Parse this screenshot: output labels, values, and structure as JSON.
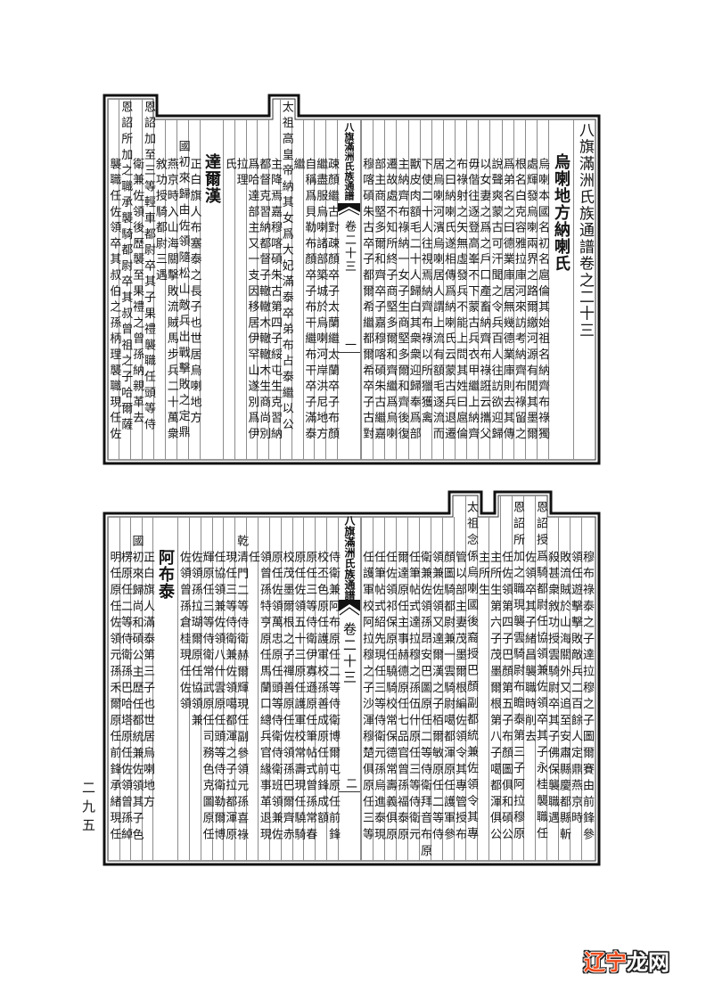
{
  "document": {
    "page_number": "二九五",
    "colors": {
      "ink": "#151515",
      "rule": "#8c8c8c",
      "frame": "#111111",
      "paper": "#ffffff"
    },
    "upper_leaf": {
      "title": "八旗滿洲氏族通譜卷之二十三",
      "clan_heading": "烏喇地方納喇氏",
      "banxin": {
        "book_title": "八旗滿洲氏族通譜",
        "volume": "卷二十三",
        "leaf": "一"
      },
      "right_columns": [
        "烏喇本國名初名扈倫其始祖名納齊布祿獨",
        "處輝發烏喇兩界之路爾繳河源有閒其墨爾",
        "根名白克容雅拉庫河來訪考納齊布祿留之",
        "爲弟名之曰德業庫居無幾德業庫則去其傳",
        "說聲爽蒙古可汗聞之令兵百人往訪欲迎歸",
        "以女妻之爲之戶口產畜納齊布祿誑云攜父",
        "毋偕往逐登高峯不下蒙古兵衣甲繼上納齊",
        "布祿射之矢無虛發兵不能上問其姓曰扈倫",
        "之曰納喇氏遂相傳爲納喇氏云蒙古兵退遷",
        "居烏喇河濱烏喇居人謂上流有額毛逐流而",
        "下使二十人往視焉納齊布祿以所獵獲禽",
        "獸皮肉額毛二十人歸白其衆衆迎歸奉爲部",
        "主納齊布祿納一女子生商堅多爾和齊後復",
        "遷故處不知所終子商堅多爾和齊繼爲烏喇",
        "部主商堅多爾和齊卒子嘉穆喀碩朱古繼嘉",
        "穆喀碩朱古卒子都爾希繼都爾希卒子古對"
      ],
      "left_columns": [
        "疎顏繼古對疎顏卒子太蘭繼太蘭卒子布顏",
        "繼盡服烏喇諸部築城於烏喇河岸洪尼地方",
        "自稱爲貝勒布顏卒子布干繼布干卒子滿泰",
        "繼",
        "太祖高皇帝納其女爲大妃滿泰卒弟布占泰繼以公",
        "主降焉嘉穆喀碩朱古第四子綏屯生克習納",
        "都督克習納都督子轍轍木轍轍木生商尚別",
        "爲哈達部主又一支因移居伊罕山遂別爲伊",
        "拉理",
        "氏",
        "達爾漢",
        "正白旗人布塞泰之長子也世居烏喇地方",
        "國初來歸由佐領隨松山敵兵出戰擊敗之定鼎",
        "燕京時入山海關擊敗流賊馬步兵二十萬衆",
        "敘功授騎都尉三遇",
        "恩詔加至三等輕車都尉卒其子果禮襲職任頭等侍",
        "衛兼佐領後歷襲至果禮之曾孫納親革去",
        "恩詔所加之職承襲騎都尉卒其叔曾祖之子哈爾薩",
        "襲職任佐領卒其叔伯之孫柄理襲職現任佐"
      ]
    },
    "lower_leaf": {
      "banxin": {
        "book_title": "八旗滿洲氏族通譜",
        "volume": "卷二十三",
        "leaf": "二"
      },
      "right_columns": [
        "穆布祿泰之子達拉穆之子圖爾賽由前鋒參",
        "領任遊擊擊敗敵兵二百餘人定鼎燕京時",
        "敗流賊於山海關外又追至安肅縣慶都縣斬",
        "殺甚衆敘功授雲騎尉卒其子佛保襲職遇",
        "恩詔授爲騎都尉任協領兼佐領卒其子永桂襲職任",
        "佐領卒其子緒昌襲職時削去",
        "恩詔所加之職現襲雲騎尉布瞻泰第三子阿拉穆原",
        "任佐領第四子巴顏第五子布顏圖俱和碩公",
        "主所生第六子茂墨爾根第八子噶都渾俱公",
        "主所生",
        "太祖念係烏喇國後裔授巴顏副都統兼佐領令其專",
        "管以部主妻茂墨爾根編佐領令其專管授布",
        "顏圖騎都尉兼一雲騎尉噶都渾原任護軍參",
        "領兼佐領又達爾漢之子栢爾敏原任二等侍",
        "衛兼佐領孫昂安巴圖原任二等侍衛拜音布原",
        "任筆帖式達拉穆之孫伍什原任三等侍衛元",
        "爾達原任主事赫德原任七品官曾孫福泰原",
        "任佐領祁保原任驍騎校常保德常壽義俱原",
        "任筆帖式紹先現任三等侍衛元孫烏進泰現",
        "任護軍校阿拉穆之子沙渾穆楚俱原任三等"
      ],
      "left_columns": [
        "侍衛兼阿布原任二等侍衛博爾屯原任前鋒",
        "校丕色原任護軍校孫善成原任前鋒成額",
        "原任三等侍衛伊寡遜原任筆帖式曾孫常春",
        "原任佐領五十三原任護軍校常壽現任驍騎",
        "校茂墨爾根之子禪善原任佐領孫巴爾齊赤",
        "原任佐領萬忠原任頭等侍衛侍衛班領兼佐",
        "領曾孫特亨原任馬蘭口總兵官緣事革退現",
        "任",
        "乾清門二等侍衛赫爾輝現任副參領元孫喜祿",
        "現任三等侍衛兼佐領噶都渾之子拉都渾原",
        "任協領兼佐領八什雲原任頭等侍衛勒爾博",
        "輝原任三等侍衛常武原任司務色克圖原任",
        "佐領孫拉瑚爾原任協領兼",
        "佐領曾孫倉桂現任佐領",
        "阿布泰",
        "正白旗人滿泰第三子也世居烏喇地方",
        "國初來歸尚和碩公主歷任都統兼佐領其子色",
        "楞原任二等侍衛孫巴哈塔原任佐領曾孫綽",
        "明任原任佐領元孫禾爾原任前鋒承緒現任"
      ]
    }
  },
  "watermark": {
    "text_red": "辽宁",
    "text_white": "龙网",
    "red_color": "#ee4b1c"
  }
}
